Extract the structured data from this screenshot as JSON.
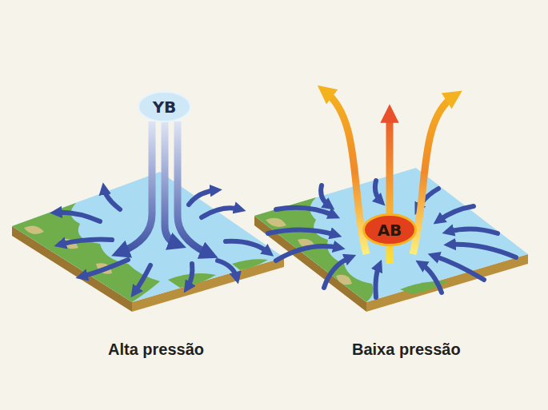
{
  "diagram": {
    "nodes": [
      {
        "text": [
          "YB"
        ]
      },
      {
        "text": [
          "AB"
        ]
      }
    ],
    "labels": [
      "Alta pressão",
      "Baixa pressão"
    ]
  }
}
